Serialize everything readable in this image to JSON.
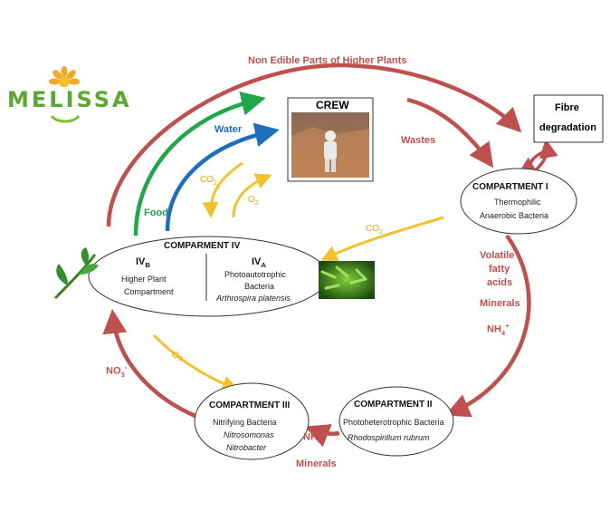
{
  "logo": {
    "text": "MELISSA"
  },
  "crew": {
    "title": "CREW"
  },
  "fibre": {
    "line1": "Fibre",
    "line2": "degradation"
  },
  "top_flow": "Non Edible Parts of Higher Plants",
  "wastes": "Wastes",
  "water": "Water",
  "food": "Food",
  "co2_upper": "CO",
  "co2_upper_sub": "2",
  "o2_upper": "O",
  "o2_upper_sub": "2",
  "co2_mid": "CO",
  "co2_mid_sub": "2",
  "compartment1": {
    "title": "COMPARTMENT I",
    "line1": "Thermophilic",
    "line2": "Anaerobic Bacteria"
  },
  "compartment2": {
    "title": "COMPARTMENT II",
    "line1": "Photoheterotrophic Bacteria",
    "line2": "Rhodospirillum rubrum"
  },
  "compartment3": {
    "title": "COMPARTMENT III",
    "line1": "Nitrifying Bacteria",
    "line2": "Nitrosomonas",
    "line3": "Nitrobacter"
  },
  "compartment4": {
    "title": "COMPARMENT IV",
    "b_label": "IV",
    "b_sub": "B",
    "b_line1": "Higher Plant",
    "b_line2": "Compartment",
    "a_label": "IV",
    "a_sub": "A",
    "a_line1": "Photoautotrophic",
    "a_line2": "Bacteria",
    "a_line3": "Arthrospira platensis"
  },
  "right_flow": {
    "line1": "Volatile",
    "line2": "fatty",
    "line3": "acids",
    "minerals": "Minerals",
    "nh4": "NH",
    "nh4_sub": "4",
    "nh4_sup": "+"
  },
  "bottom_flow": {
    "nh4": "NH",
    "nh4_sub": "4",
    "nh4_sup": "+",
    "minerals": "Minerals"
  },
  "left_flow": {
    "no3": "NO",
    "no3_sub": "3",
    "no3_sup": "-"
  },
  "o2_lower": "O",
  "o2_lower_sub": "2",
  "colors": {
    "red": "#c0504d",
    "green": "#1fa84a",
    "blue": "#1f6fbf",
    "yellow": "#f5c12a"
  }
}
